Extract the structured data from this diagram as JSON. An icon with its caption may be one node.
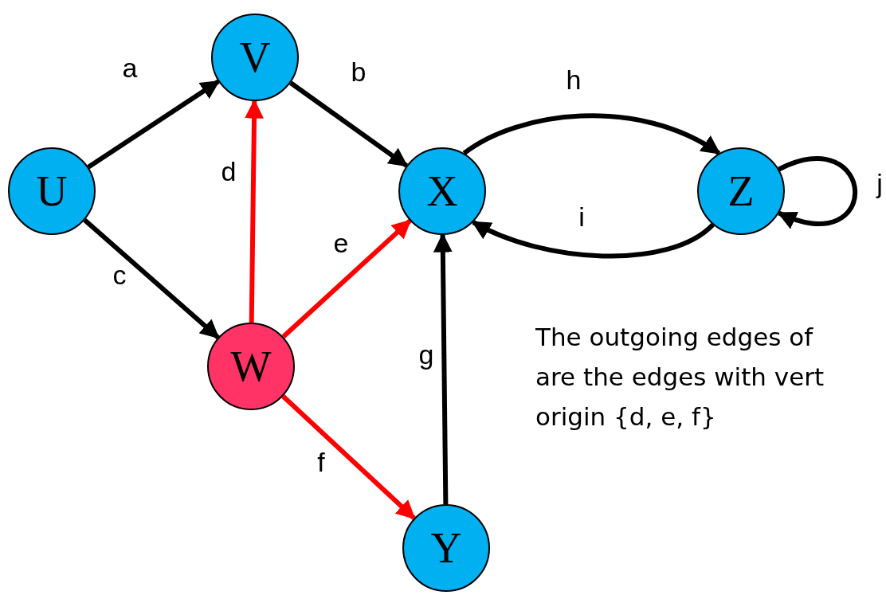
{
  "diagram": {
    "nodes": [
      {
        "text": [
          "U"
        ]
      },
      {
        "text": [
          "V"
        ]
      },
      {
        "text": [
          "X"
        ]
      },
      {
        "text": [
          "Z"
        ]
      },
      {
        "text": [
          "W"
        ]
      },
      {
        "text": [
          "Y"
        ]
      }
    ],
    "edges": [
      {
        "from": 0,
        "to": 1,
        "arrow": "to",
        "label": "a"
      },
      {
        "from": 1,
        "to": 2,
        "arrow": "to",
        "label": "b"
      },
      {
        "from": 0,
        "to": 4,
        "arrow": "to",
        "label": "c"
      },
      {
        "from": 4,
        "to": 1,
        "arrow": "to",
        "label": "d",
        "color": "#ff0000"
      },
      {
        "from": 4,
        "to": 2,
        "arrow": "to",
        "label": "e",
        "color": "#ff0000"
      },
      {
        "from": 4,
        "to": 5,
        "arrow": "to",
        "label": "f",
        "color": "#ff0000"
      },
      {
        "from": 5,
        "to": 2,
        "arrow": "to",
        "label": "g"
      },
      {
        "from": 2,
        "to": 3,
        "arrow": "to",
        "label": "h"
      },
      {
        "from": 3,
        "to": 2,
        "arrow": "to",
        "label": "i"
      },
      {
        "from": 3,
        "to": 3,
        "arrow": "to",
        "label": "j"
      }
    ],
    "labels": [
      "The outgoing edges of",
      "are the edges with vert",
      "origin {d, e, f}"
    ]
  }
}
